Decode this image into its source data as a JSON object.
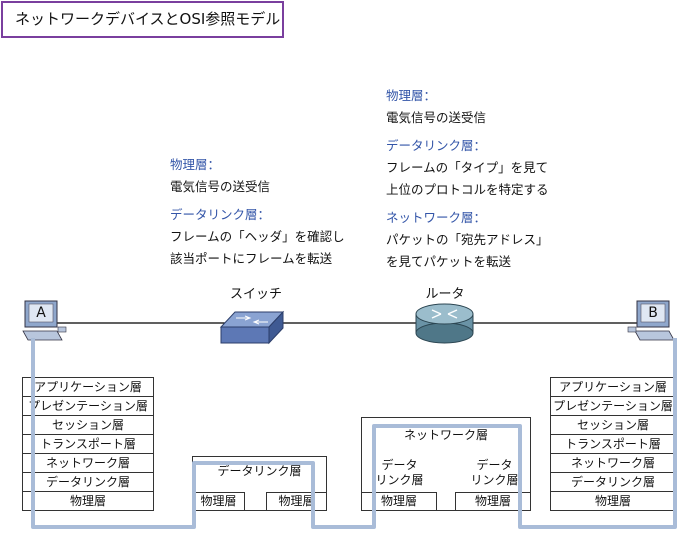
{
  "title": "ネットワークデバイスとOSI参照モデル",
  "switch_note": {
    "physical_head": "物理層：",
    "physical_text": "電気信号の送受信",
    "datalink_head": "データリンク層：",
    "datalink_line1": "フレームの「ヘッダ」を確認し",
    "datalink_line2": "該当ポートにフレームを転送"
  },
  "router_note": {
    "physical_head": "物理層：",
    "physical_text": "電気信号の送受信",
    "datalink_head": "データリンク層：",
    "datalink_line1": "フレームの「タイプ」を見て",
    "datalink_line2": "上位のプロトコルを特定する",
    "network_head": "ネットワーク層：",
    "network_line1": "パケットの「宛先アドレス」",
    "network_line2": "を見てパケットを転送"
  },
  "devices": {
    "host_a": "A",
    "host_b": "B",
    "switch_label": "スイッチ",
    "router_label": "ルータ"
  },
  "host_layers": [
    "アプリケーション層",
    "プレゼンテーション層",
    "セッション層",
    "トランスポート層",
    "ネットワーク層",
    "データリンク層",
    "物理層"
  ],
  "switch_stack": {
    "datalink": "データリンク層",
    "physical_left": "物理層",
    "physical_right": "物理層"
  },
  "router_stack": {
    "network": "ネットワーク層",
    "datalink_left": "データ\nリンク層",
    "datalink_right": "データ\nリンク層",
    "physical_left": "物理層",
    "physical_right": "物理層"
  },
  "colors": {
    "title_border": "#7a3f9e",
    "heading_blue": "#3355a8",
    "path_line": "#a9bcd8",
    "switch_body": "#5d78b5",
    "router_body": "#6a93a6"
  }
}
